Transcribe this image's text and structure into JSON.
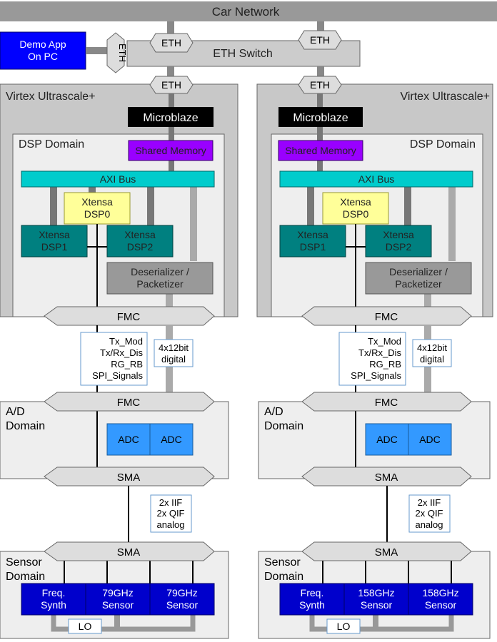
{
  "car_network": "Car Network",
  "eth_switch": "ETH Switch",
  "eth": "ETH",
  "demo_app": [
    "Demo App",
    "On PC"
  ],
  "virtex": "Virtex Ultrascale+",
  "microblaze": "Microblaze",
  "dsp_domain": "DSP Domain",
  "shared_memory": "Shared Memory",
  "axi_bus": "AXI Bus",
  "dsp0": [
    "Xtensa",
    "DSP0"
  ],
  "dsp1": [
    "Xtensa",
    "DSP1"
  ],
  "dsp2": [
    "Xtensa",
    "DSP2"
  ],
  "deserializer": [
    "Deserializer /",
    "Packetizer"
  ],
  "fmc": "FMC",
  "signals": [
    "Tx_Mod",
    "Tx/Rx_Dis",
    "RG_RB",
    "SPI_Signals"
  ],
  "digital": [
    "4x12bit",
    "digital"
  ],
  "ad_domain": [
    "A/D",
    "Domain"
  ],
  "adc": "ADC",
  "sma": "SMA",
  "analog": [
    "2x IIF",
    "2x QIF",
    "analog"
  ],
  "sensor_domain": [
    "Sensor",
    "Domain"
  ],
  "freq_synth": [
    "Freq.",
    "Synth"
  ],
  "left_sensor": [
    "79GHz",
    "Sensor"
  ],
  "right_sensor": [
    "158GHz",
    "Sensor"
  ],
  "lo": "LO",
  "colors": {
    "demo_app": "#0000ff",
    "microblaze": "#000000",
    "shared_memory": "#9900ff",
    "axi_bus": "#00cccc",
    "dsp0": "#ffff99",
    "dsp12": "#008080",
    "deserializer": "#999999",
    "adc": "#3399ff",
    "sensor": "#0000cc",
    "connector": "#cccccc",
    "domain_bg": "#eeeeee"
  }
}
